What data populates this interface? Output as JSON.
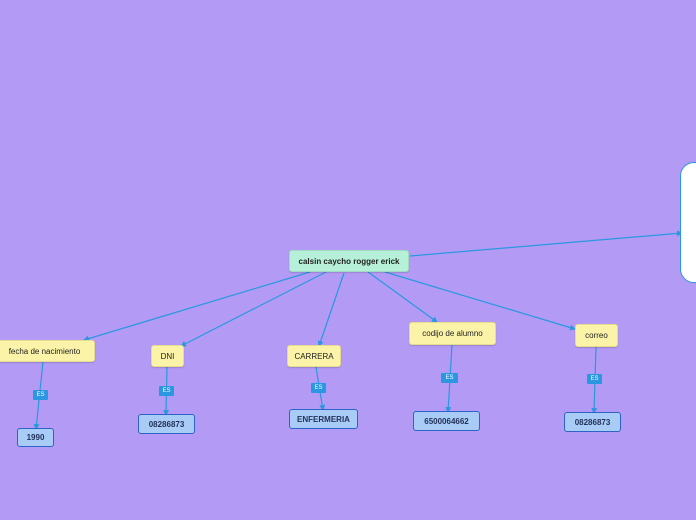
{
  "colors": {
    "background": "#b39bf5",
    "connector": "#2a97e0",
    "root_fill": "#b6f0d8",
    "topic_fill": "#fbf4a8",
    "value_fill": "#a9ccf6",
    "value_border": "#2f62c7"
  },
  "root": {
    "label": "calsin caycho rogger erick"
  },
  "branches": [
    {
      "topic": "fecha de nacimiento",
      "link": "ES",
      "value": "1990"
    },
    {
      "topic": "DNI",
      "link": "ES",
      "value": "08286873"
    },
    {
      "topic": "CARRERA",
      "link": "ES",
      "value": "ENFERMERIA"
    },
    {
      "topic": "codijo de alumno",
      "link": "ES",
      "value": "6500064662"
    },
    {
      "topic": "correo",
      "link": "ES",
      "value": "08286873"
    }
  ]
}
